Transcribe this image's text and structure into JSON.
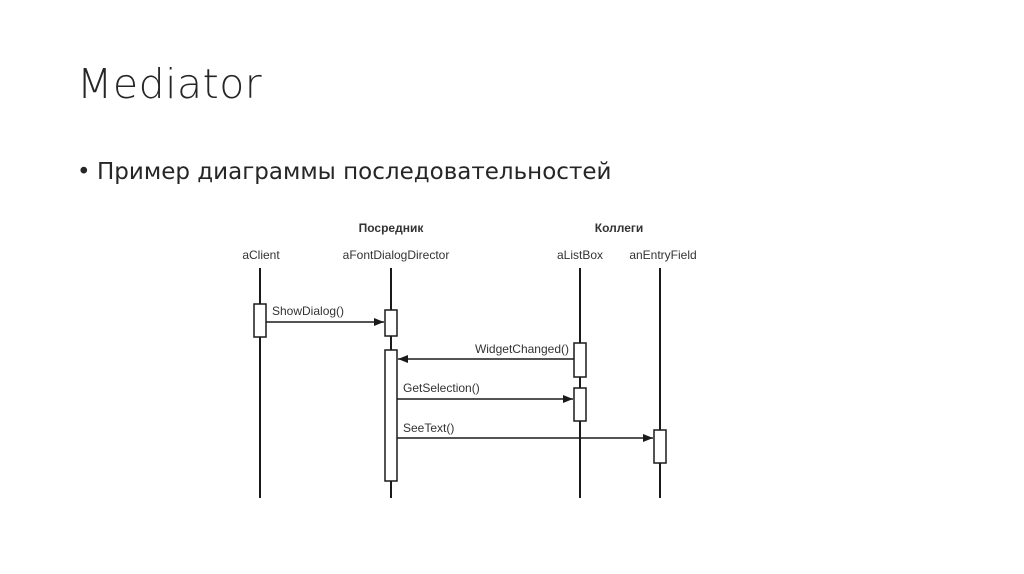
{
  "slide": {
    "title": "Mediator",
    "bullet": "Пример диаграммы последовательностей"
  },
  "diagram": {
    "groups": {
      "mediator": "Посредник",
      "colleagues": "Коллеги"
    },
    "objects": {
      "client": "aClient",
      "director": "aFontDialogDirector",
      "listbox": "aListBox",
      "entryfield": "anEntryField"
    },
    "messages": {
      "show_dialog": "ShowDialog()",
      "widget_changed": "WidgetChanged()",
      "get_selection": "GetSelection()",
      "see_text": "SeeText()"
    }
  }
}
